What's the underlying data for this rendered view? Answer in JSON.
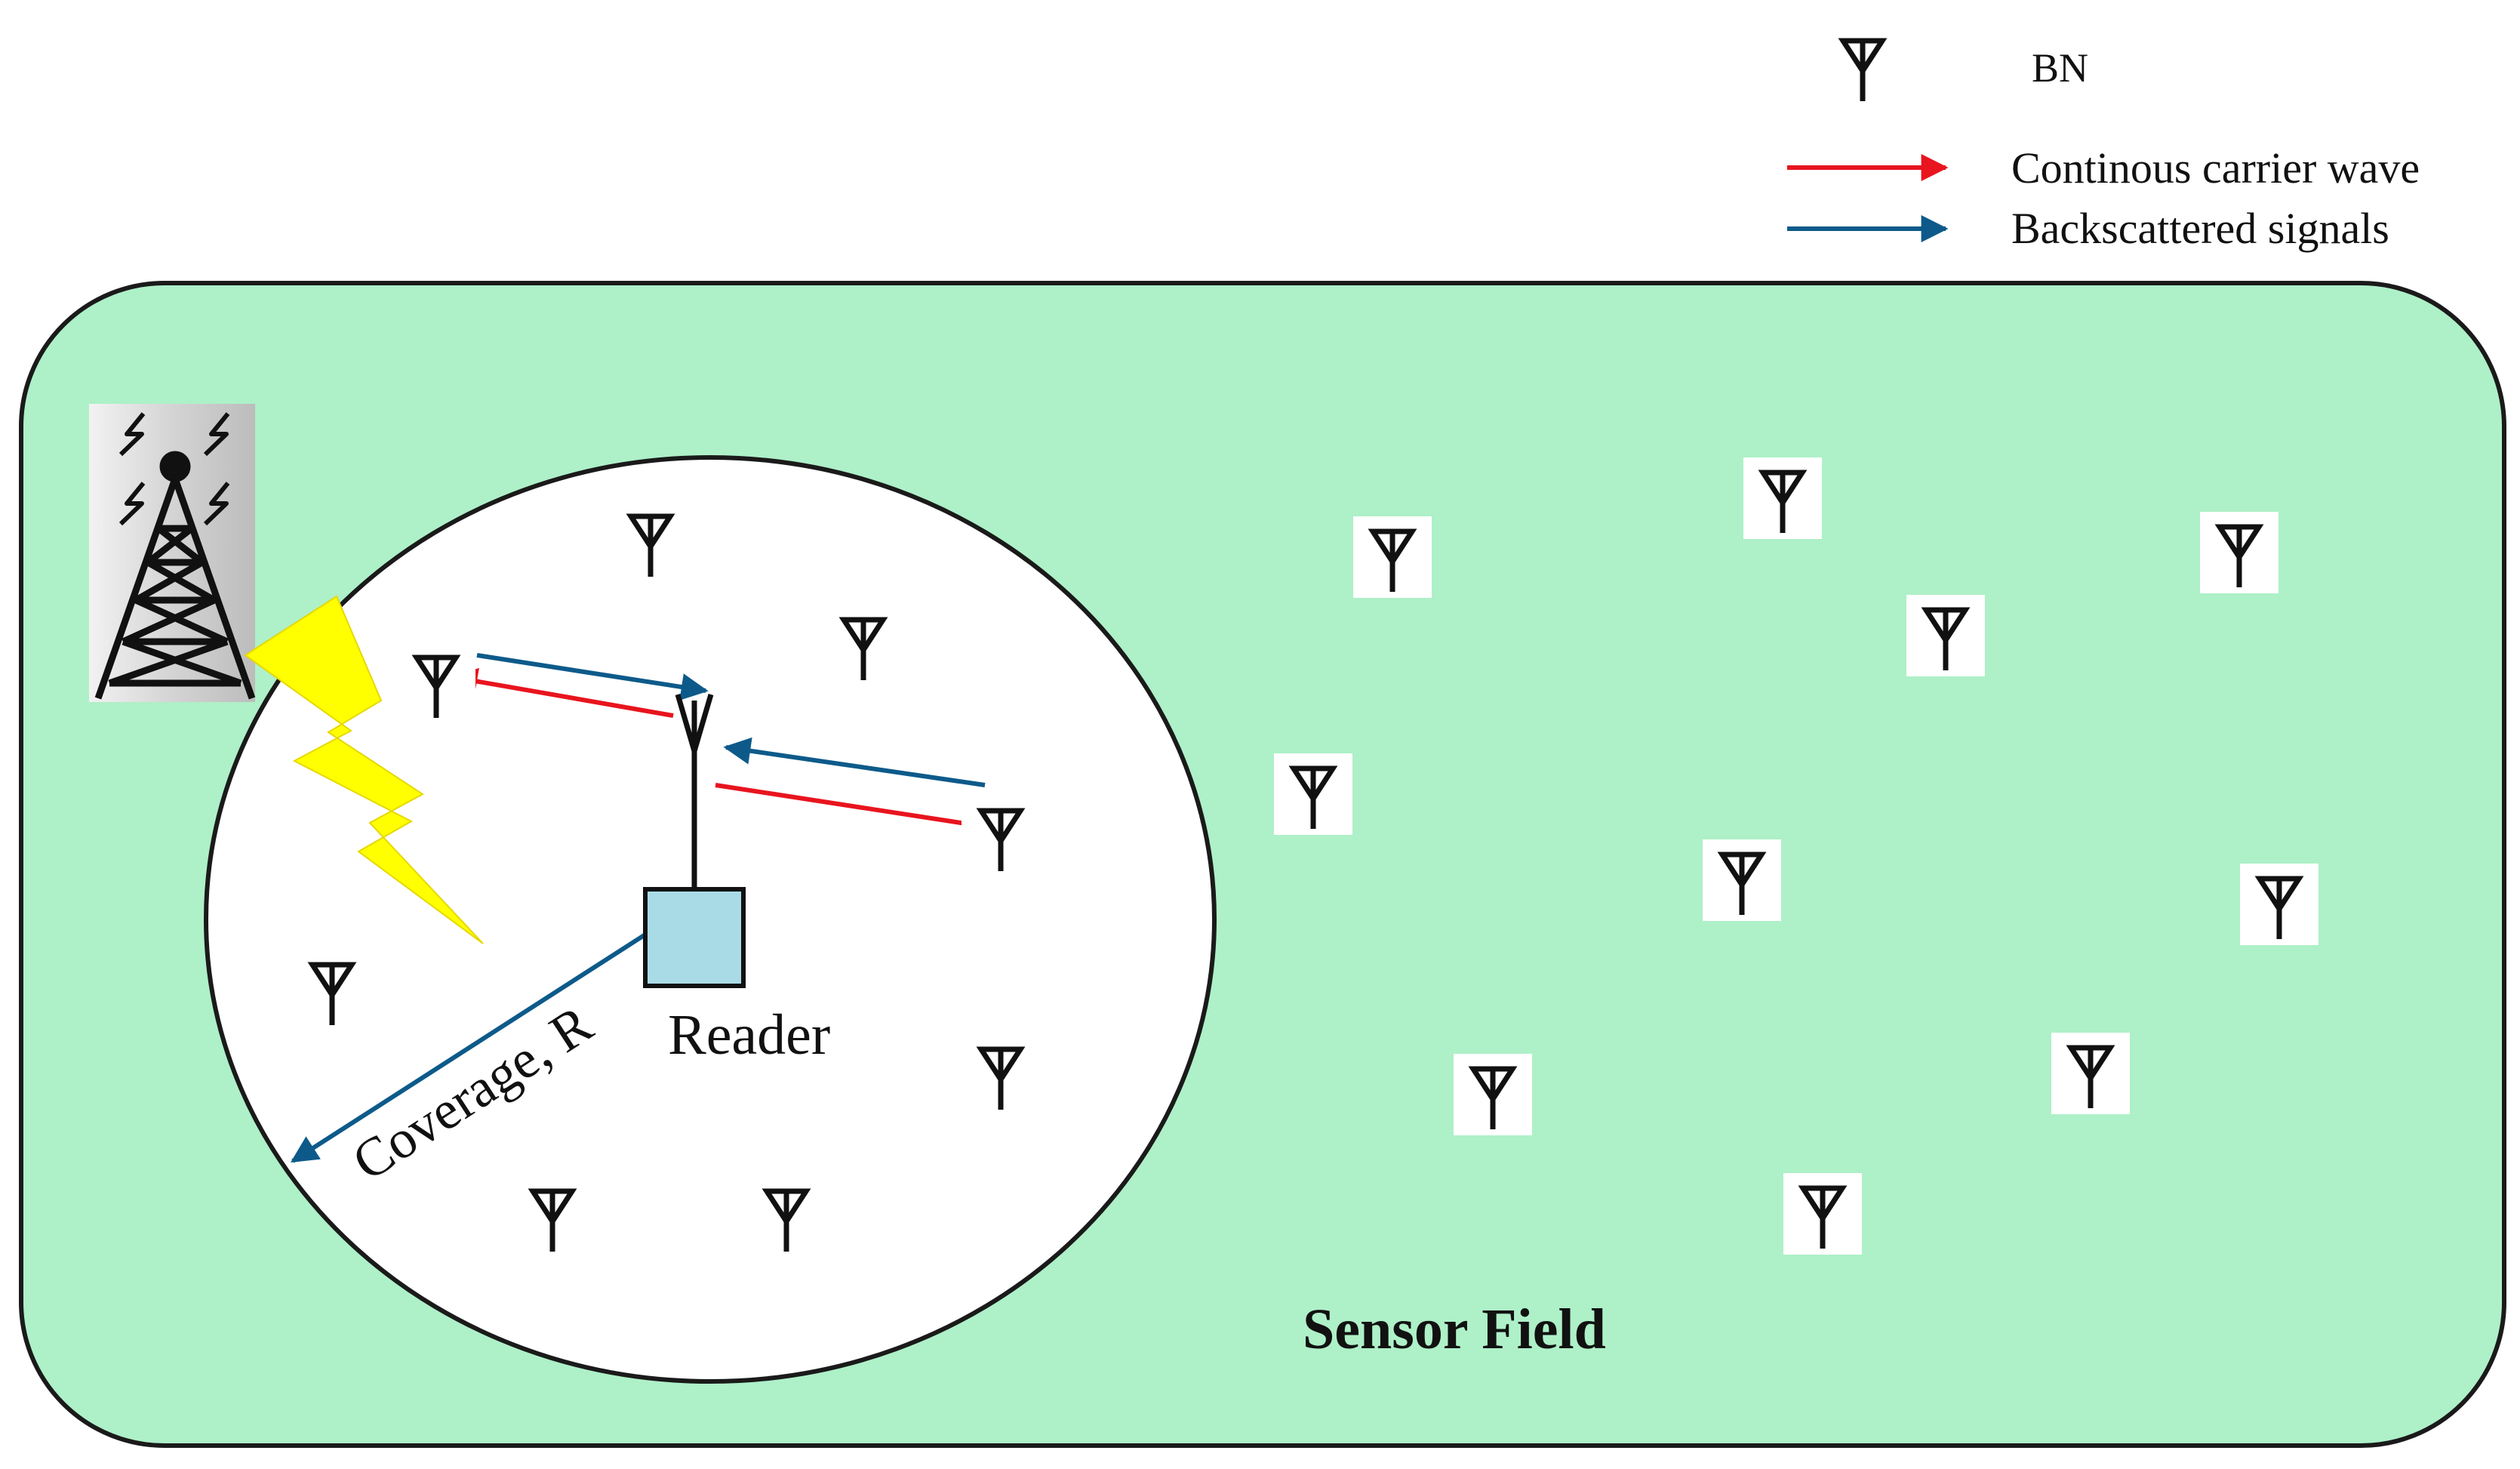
{
  "legend": {
    "node_label": "BN",
    "carrier_label": "Continous carrier wave",
    "backscatter_label": "Backscattered signals"
  },
  "diagram": {
    "reader_label": "Reader",
    "coverage_label": "Coverage, R",
    "field_label": "Sensor Field"
  },
  "colors": {
    "field_fill": "#aef0c8",
    "coverage_fill": "#ffffff",
    "reader_fill": "#a9dbe6",
    "carrier_arrow": "#e8141e",
    "backscatter_arrow": "#0d5a8a",
    "lightning": "#ffff00",
    "tower_bg": "#d9d9d9"
  },
  "icons": {
    "node": "antenna-icon",
    "tower": "cell-tower-icon",
    "bolt": "lightning-bolt-icon"
  }
}
